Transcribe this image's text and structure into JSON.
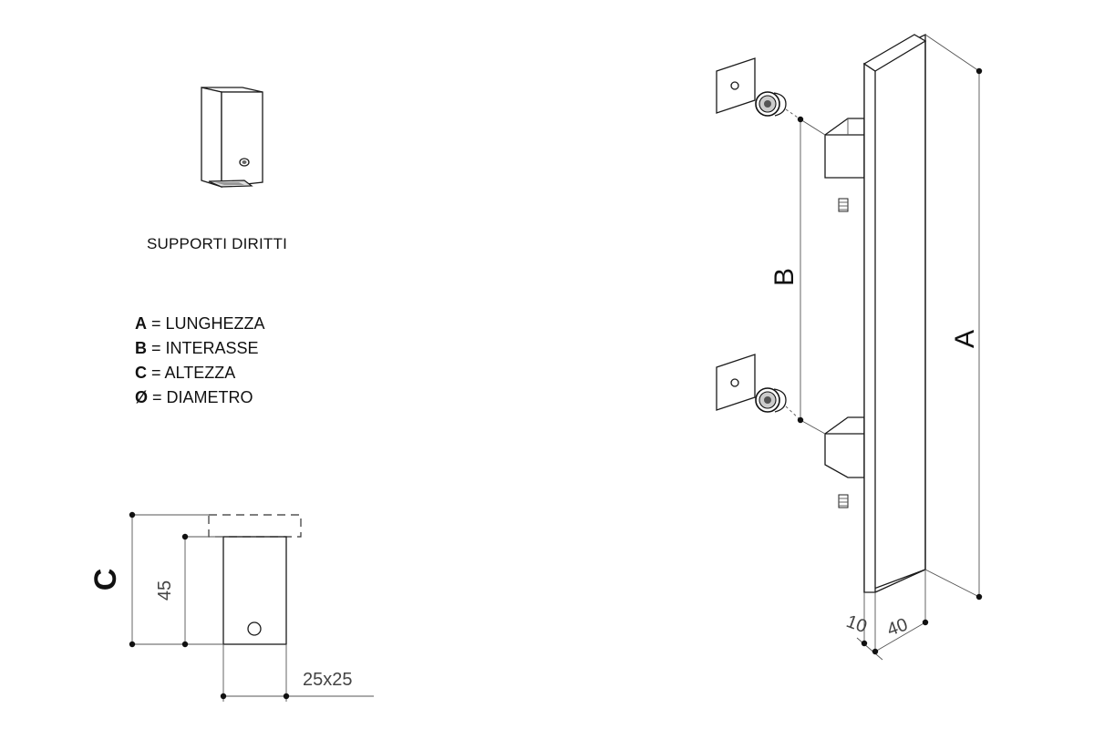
{
  "caption": "SUPPORTI DIRITTI",
  "legend": [
    {
      "key": "A",
      "text": " = LUNGHEZZA"
    },
    {
      "key": "B",
      "text": " = INTERASSE"
    },
    {
      "key": "C",
      "text": " = ALTEZZA"
    },
    {
      "key": "Ø",
      "text": " = DIAMETRO"
    }
  ],
  "dimensions": {
    "length_label": "A",
    "center_distance_label": "B",
    "height_label": "C",
    "support_height": "45",
    "support_section": "25x25",
    "bar_thickness": "10",
    "bar_width": "40"
  }
}
